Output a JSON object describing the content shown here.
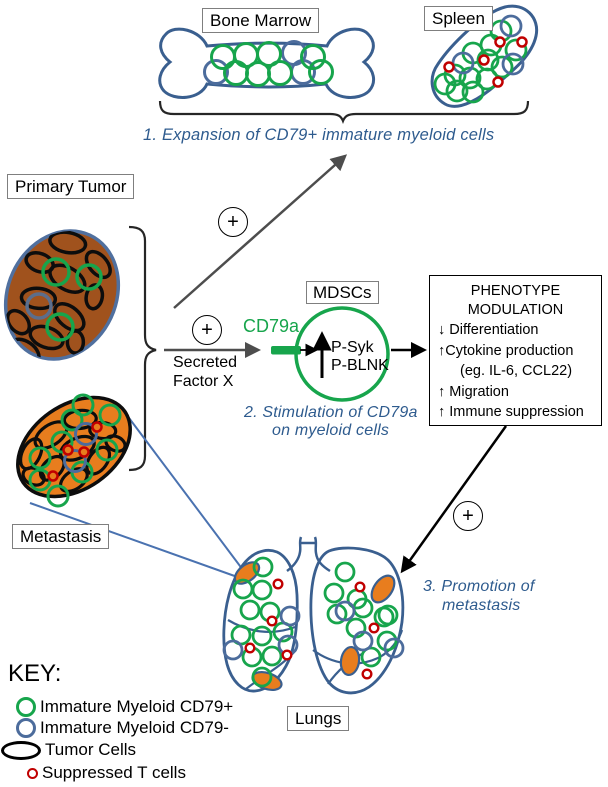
{
  "diagram": {
    "organs": {
      "bone_marrow_label": "Bone Marrow",
      "spleen_label": "Spleen",
      "primary_tumor_label": "Primary Tumor",
      "metastasis_label": "Metastasis",
      "mdscs_label": "MDSCs",
      "lungs_label": "Lungs"
    },
    "steps": {
      "step1": "1.  Expansion of CD79+  immature myeloid cells",
      "step2_line1": "2.  Stimulation of CD79a",
      "step2_line2": "on myeloid cells",
      "step3_line1": "3.  Promotion of",
      "step3_line2": "metastasis"
    },
    "signaling": {
      "plus": "+",
      "secreted_factor_line1": "Secreted",
      "secreted_factor_line2": "Factor X",
      "receptor_label": "CD79a",
      "kinases_line1": "P-Syk",
      "kinases_line2": "P-BLNK"
    },
    "phenotype_box": {
      "title_line1": "PHENOTYPE",
      "title_line2": "MODULATION",
      "items": [
        "↓ Differentiation",
        "↑Cytokine production",
        "(eg. IL-6, CCL22)",
        "↑ Migration",
        "↑ Immune suppression"
      ]
    },
    "key": {
      "title": "KEY:",
      "items": [
        {
          "marker": "green-circle",
          "label": "Immature Myeloid CD79+"
        },
        {
          "marker": "blue-circle",
          "label": "Immature Myeloid CD79-"
        },
        {
          "marker": "black-oval",
          "label": "Tumor Cells"
        },
        {
          "marker": "red-small-circle",
          "label": "Suppressed T cells"
        }
      ]
    },
    "colors": {
      "myeloid_cd79_pos": "#17A54C",
      "myeloid_cd79_neg": "#4C6C9C",
      "suppressed_t_cell": "#C00000",
      "organ_outline": "#3A5F8F",
      "primary_tumor_fill": "#A0521D",
      "metastasis_fill": "#E87D1E",
      "caption_text": "#2E5B8E",
      "arrow_gray": "#4d4d4d"
    }
  }
}
